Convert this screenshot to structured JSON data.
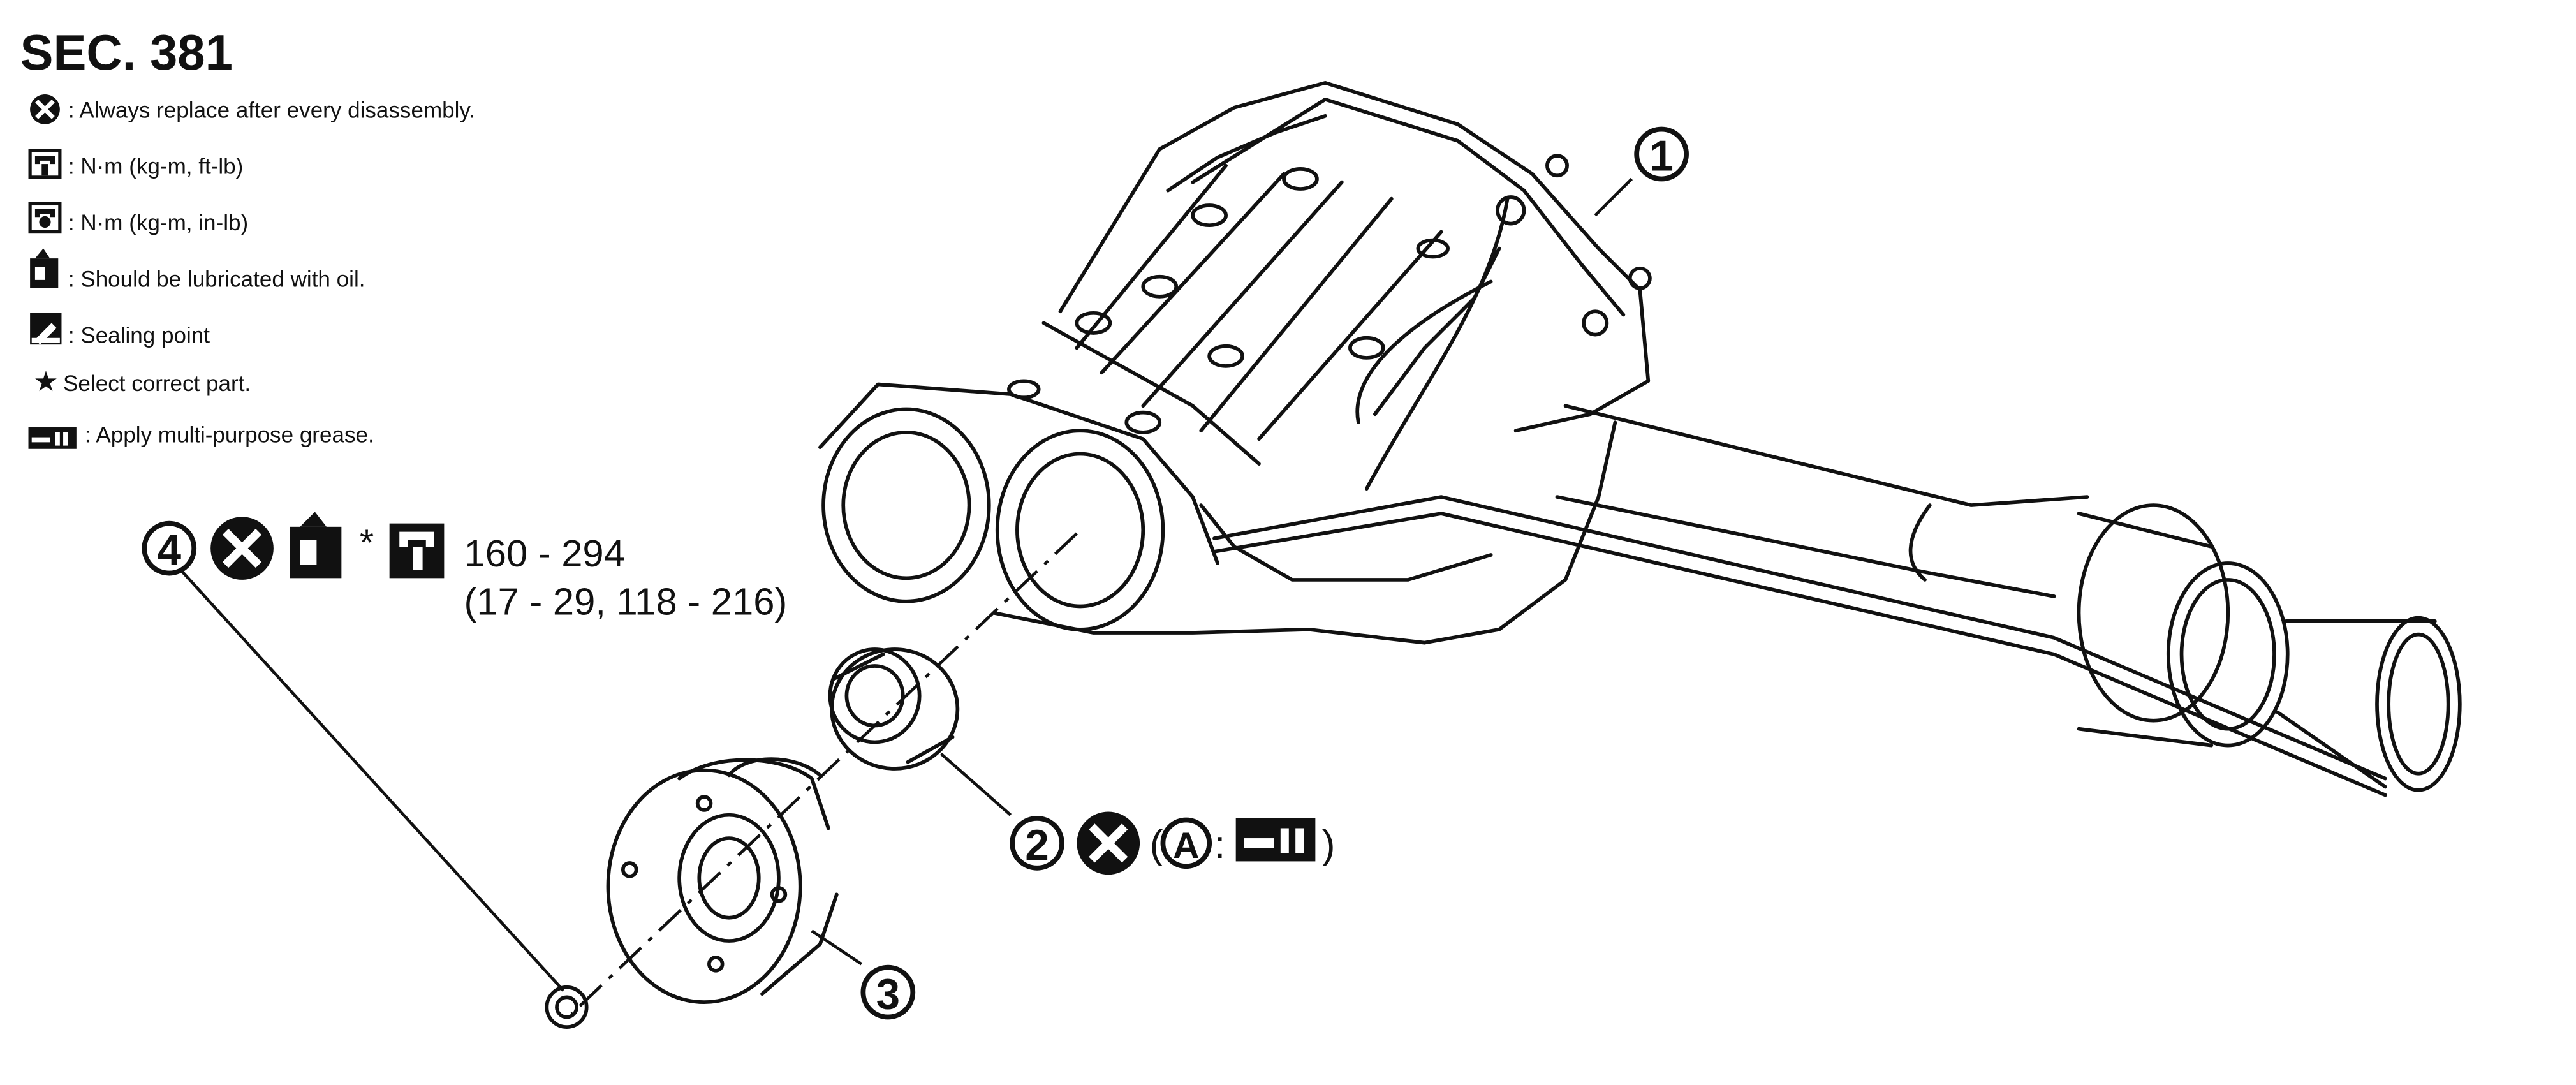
{
  "section_title": "SEC. 381",
  "legend": [
    {
      "icon": "replace-x-icon",
      "text": ": Always replace after every disassembly."
    },
    {
      "icon": "torque-wrench-icon",
      "text": ": N·m (kg-m, ft-lb)"
    },
    {
      "icon": "torque-wrench-small-icon",
      "text": ": N·m (kg-m, in-lb)"
    },
    {
      "icon": "oil-can-icon",
      "text": ": Should be lubricated with oil."
    },
    {
      "icon": "sealing-point-icon",
      "text": ": Sealing point"
    },
    {
      "icon": "star-icon",
      "text": "Select correct part."
    },
    {
      "icon": "grease-gun-icon",
      "text": ": Apply multi-purpose grease."
    }
  ],
  "callouts": {
    "part1": "1",
    "part2": "2",
    "part3": "3",
    "part4": "4",
    "asterisk": "*",
    "torque_line1": "160 - 294",
    "torque_line2": "(17 - 29, 118 - 216)",
    "grease_letter": "A",
    "grease_colon": ":",
    "paren_open": "(",
    "paren_close": ")"
  }
}
